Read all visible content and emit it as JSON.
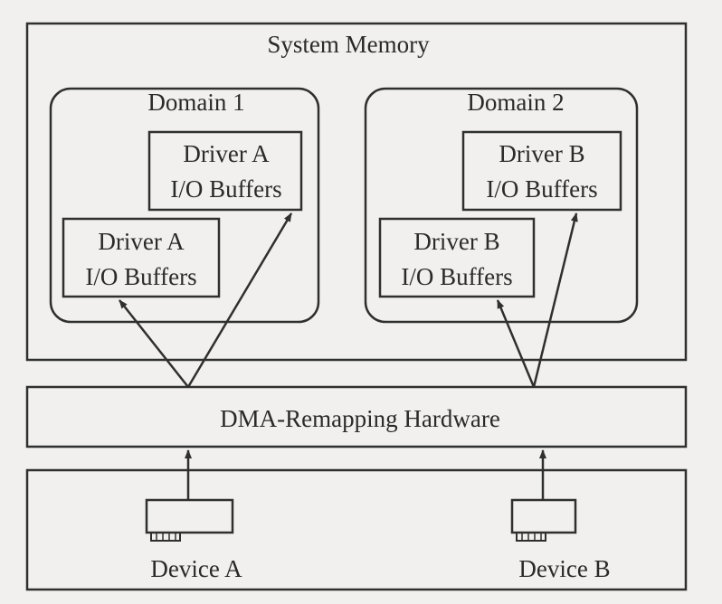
{
  "system_memory": {
    "label": "System Memory"
  },
  "domains": [
    {
      "label": "Domain 1",
      "buffers": [
        {
          "line1": "Driver A",
          "line2": "I/O Buffers"
        },
        {
          "line1": "Driver A",
          "line2": "I/O Buffers"
        }
      ]
    },
    {
      "label": "Domain 2",
      "buffers": [
        {
          "line1": "Driver B",
          "line2": "I/O Buffers"
        },
        {
          "line1": "Driver B",
          "line2": "I/O Buffers"
        }
      ]
    }
  ],
  "dma": {
    "label": "DMA-Remapping Hardware"
  },
  "devices": [
    {
      "label": "Device A"
    },
    {
      "label": "Device B"
    }
  ],
  "colors": {
    "line": "#2f2f2f",
    "background": "#f1f0ee"
  }
}
